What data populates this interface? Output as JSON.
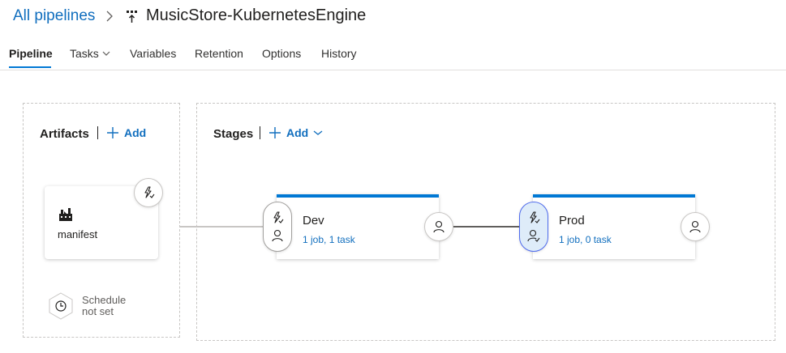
{
  "header": {
    "breadcrumb": "All pipelines",
    "title": "MusicStore-KubernetesEngine"
  },
  "tabs": [
    {
      "label": "Pipeline"
    },
    {
      "label": "Tasks"
    },
    {
      "label": "Variables"
    },
    {
      "label": "Retention"
    },
    {
      "label": "Options"
    },
    {
      "label": "History"
    }
  ],
  "artifacts": {
    "title": "Artifacts",
    "add_label": "Add",
    "items": [
      {
        "name": "manifest"
      }
    ],
    "schedule": {
      "line1": "Schedule",
      "line2": "not set"
    }
  },
  "stages": {
    "title": "Stages",
    "add_label": "Add",
    "items": [
      {
        "name": "Dev",
        "summary": "1 job, 1 task"
      },
      {
        "name": "Prod",
        "summary": "1 job, 0 task"
      }
    ]
  },
  "colors": {
    "accent": "#0078d4",
    "link": "#106ebe",
    "selected_bg": "#deecf9",
    "connector_active": "#605e5c",
    "connector_inactive": "#c8c6c4"
  },
  "icons": {
    "pipeline": "pipeline-icon",
    "add": "plus-icon",
    "trigger": "lightning-icon",
    "approver": "person-icon",
    "artifact": "factory-build-icon",
    "schedule": "clock-icon",
    "chevron": "chevron-down-icon"
  }
}
